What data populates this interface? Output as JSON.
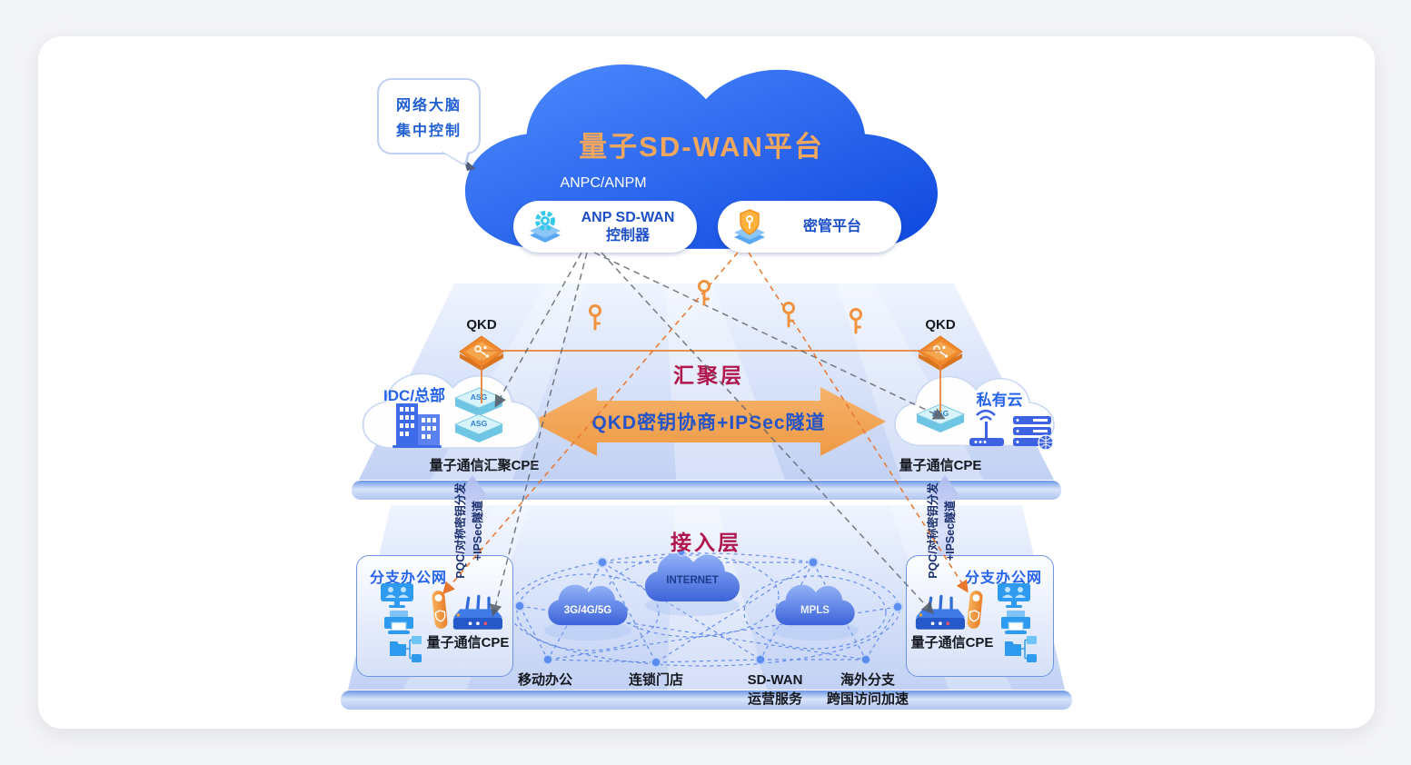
{
  "callout": {
    "line1": "网络大脑",
    "line2": "集中控制"
  },
  "platform": {
    "title": "量子SD-WAN平台",
    "subtitle": "ANPC/ANPM",
    "controller": {
      "line1": "ANP SD-WAN",
      "line2": "控制器"
    },
    "kms": "密管平台"
  },
  "aggregation": {
    "layer_label": "汇聚层",
    "tunnel_label": "QKD密钥协商+IPSec隧道",
    "qkd_left": "QKD",
    "qkd_right": "QKD",
    "device_asg": "ASG",
    "left_site": {
      "name": "IDC/总部",
      "cpe_label": "量子通信汇聚CPE"
    },
    "right_site": {
      "name": "私有云",
      "cpe_label": "量子通信CPE"
    }
  },
  "vertical_link": {
    "line1": "PQC/对称密钥分发",
    "line2": "+IPSec隧道"
  },
  "access": {
    "layer_label": "接入层",
    "clouds": [
      "3G/4G/5G",
      "INTERNET",
      "MPLS"
    ],
    "sites": [
      {
        "line1": "移动办公"
      },
      {
        "line1": "连锁门店"
      },
      {
        "line1": "SD-WAN",
        "line2": "运营服务"
      },
      {
        "line1": "海外分支",
        "line2": "跨国访问加速"
      }
    ],
    "branch_left": {
      "name": "分支办公网",
      "cpe_label": "量子通信CPE"
    },
    "branch_right": {
      "name": "分支办公网",
      "cpe_label": "量子通信CPE"
    }
  },
  "colors": {
    "accent_orange": "#F2A45C",
    "layer_red": "#B0154B",
    "brand_blue": "#2563EB",
    "key_orange": "#F0923E",
    "cloud_blue": "#1B5CE8"
  }
}
